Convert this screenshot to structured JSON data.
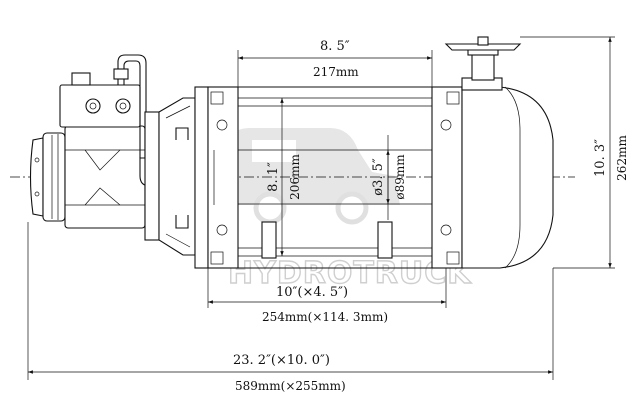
{
  "dimensions": {
    "drum_length_in": "8. 5″",
    "drum_length_mm": "217mm",
    "overall_height_in": "10. 3″",
    "overall_height_mm": "262mm",
    "drum_flange_in": "8. 1″",
    "drum_flange_mm": "206mm",
    "drum_core_in": "ø3. 5″",
    "drum_core_mm": "ø89mm",
    "bolt_pattern_in": "10″(×4. 5″)",
    "bolt_pattern_mm": "254mm(×114. 3mm)",
    "overall_length_in": "23. 2″(×10. 0″)",
    "overall_length_mm": "589mm(×255mm)"
  },
  "watermark": {
    "text": "HYDROTRUCK"
  },
  "colors": {
    "line": "#111111",
    "watermark": "#e6e6e6",
    "background": "#ffffff"
  }
}
